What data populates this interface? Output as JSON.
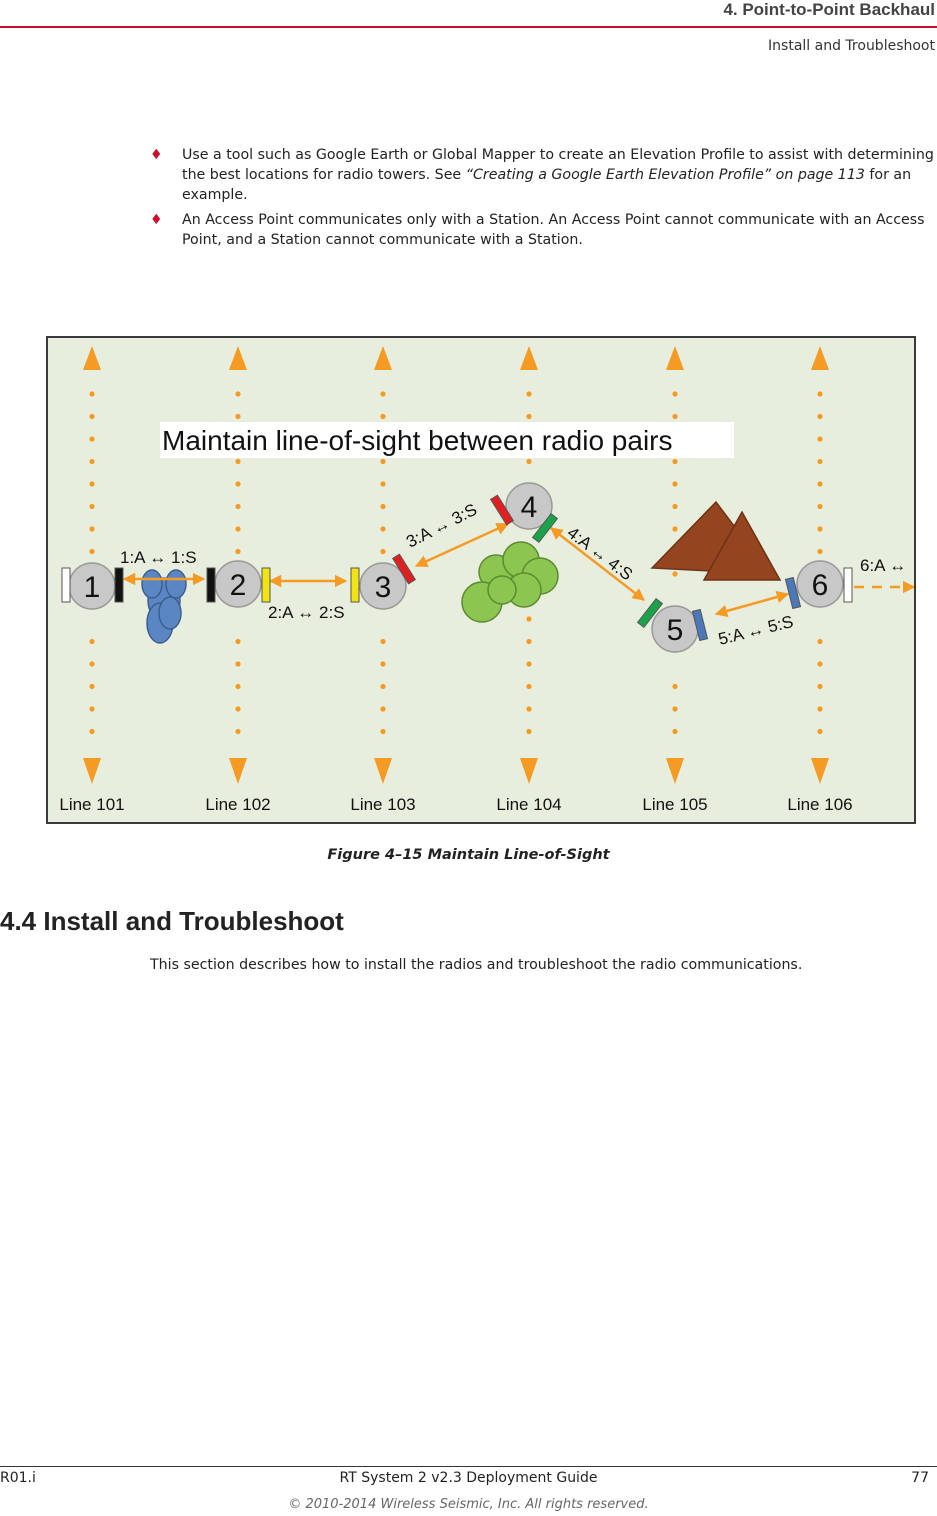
{
  "header": {
    "chapter_title": "4. Point-to-Point Backhaul",
    "section_title": "Install and Troubleshoot"
  },
  "bullets": [
    {
      "text": "Use a tool such as Google Earth or Global Mapper to create an Elevation Profile to assist with determining the best locations for radio towers. See ",
      "xref": "“Creating a Google Earth Elevation Profile” on page 113",
      "after": " for an example."
    },
    {
      "text": "An Access Point communicates only with a Station. An Access Point cannot communicate with an Access Point, and a Station cannot communicate with a Station.",
      "xref": "",
      "after": ""
    }
  ],
  "figure": {
    "title": "Maintain line-of-sight between radio pairs",
    "lines": [
      "Line 101",
      "Line 102",
      "Line 103",
      "Line 104",
      "Line 105",
      "Line 106"
    ],
    "nodes": [
      "1",
      "2",
      "3",
      "4",
      "5",
      "6"
    ],
    "links": [
      "1:A ↔ 1:S",
      "2:A ↔ 2:S",
      "3:A ↔ 3:S",
      "4:A ↔ 4:S",
      "5:A ↔ 5:S",
      "6:A ↔"
    ],
    "colors": {
      "arrow": "#f59a23",
      "node_fill": "#c8c8c8",
      "pair1": "#111111",
      "pair2": "#f2e313",
      "pair3": "#e02020",
      "pair4": "#1aa34a",
      "pair5": "#4a78b8",
      "pair6": "#ffffff",
      "cloud": "#5a86c4",
      "trees": "#8cc650",
      "mountain": "#94451f",
      "background": "#e7eedd"
    },
    "caption": "Figure 4–15  Maintain Line-of-Sight"
  },
  "section": {
    "heading": "4.4 Install and Troubleshoot",
    "body": "This section describes how to install the radios and troubleshoot the radio communications."
  },
  "footer": {
    "revision": "R01.i",
    "doc_title": "RT System 2 v2.3 Deployment Guide",
    "page_number": "77",
    "copyright": "© 2010-2014 Wireless Seismic, Inc. All rights reserved."
  }
}
